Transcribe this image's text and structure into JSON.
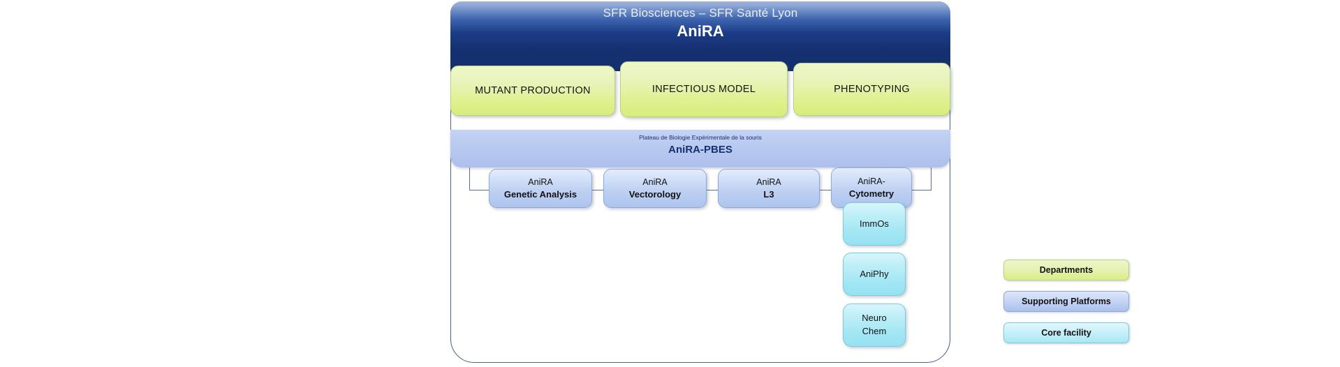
{
  "header": {
    "subtitle": "SFR Biosciences  –  SFR Santé  Lyon",
    "title": "AniRA",
    "bg_top_color": "#9fb4da",
    "bg_bottom_color": "#14306e"
  },
  "departments": {
    "color": "#d9ee84",
    "items": [
      {
        "label": "MUTANT PRODUCTION"
      },
      {
        "label": "INFECTIOUS MODEL"
      },
      {
        "label": "PHENOTYPING"
      }
    ]
  },
  "pbes": {
    "subtitle": "Plateau  de Biologie  Expérimentale  de la souris",
    "title": "AniRA-PBES",
    "color": "#b7c8ef"
  },
  "platforms": {
    "color": "#aec4ee",
    "items": [
      {
        "line1": "AniRA",
        "line2": "Genetic Analysis"
      },
      {
        "line1": "AniRA",
        "line2": "Vectorology"
      },
      {
        "line1": "AniRA",
        "line2": "L3"
      },
      {
        "line1": "AniRA-",
        "line2": "Cytometry"
      }
    ]
  },
  "core_facilities": {
    "color": "#a2e6f4",
    "items": [
      {
        "line1": "ImmOs",
        "line2": ""
      },
      {
        "line1": "AniPhy",
        "line2": ""
      },
      {
        "line1": "Neuro",
        "line2": "Chem"
      }
    ]
  },
  "legend": {
    "items": [
      {
        "label": "Departments",
        "color": "#d9ee84"
      },
      {
        "label": "Supporting  Platforms",
        "color": "#a9c0ed"
      },
      {
        "label": "Core facility",
        "color": "#a8e7f4"
      }
    ]
  }
}
